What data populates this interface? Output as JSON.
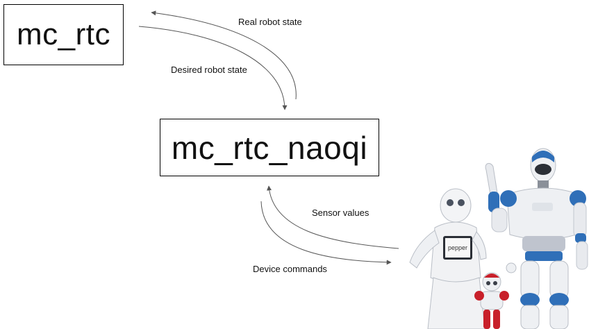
{
  "nodes": {
    "controller": {
      "label": "mc_rtc"
    },
    "interface": {
      "label": "mc_rtc_naoqi"
    }
  },
  "edges": {
    "real_robot_state": "Real robot state",
    "desired_robot_state": "Desired robot state",
    "sensor_values": "Sensor values",
    "device_commands": "Device commands"
  },
  "robots_image": {
    "pepper_tablet_text": "pepper",
    "depicts": [
      "Pepper",
      "NAO",
      "Romeo"
    ],
    "colors": {
      "romeo_accent": "#2f6fb8",
      "nao_accent": "#c8202a",
      "body": "#eef0f3"
    }
  }
}
